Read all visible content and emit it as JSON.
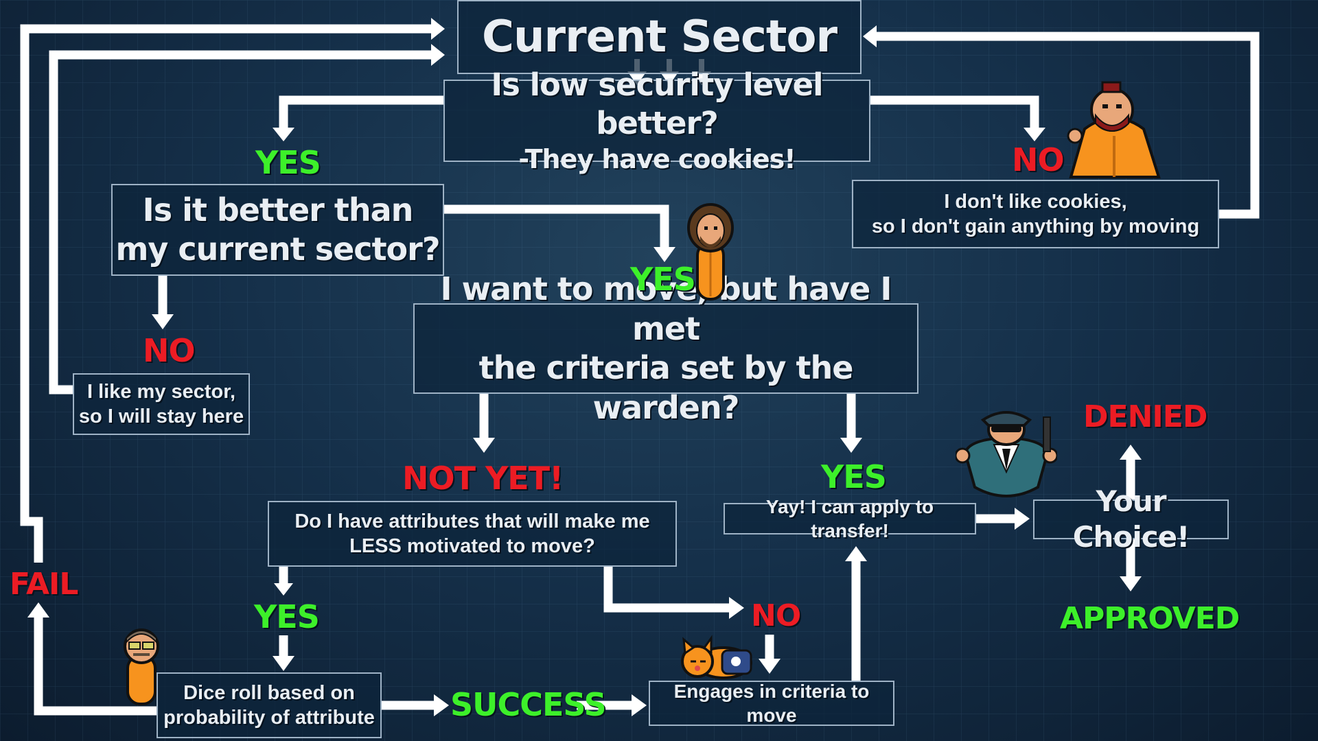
{
  "title": "Current Sector",
  "nodes": {
    "q_low": [
      "Is low security level better?",
      "-They have cookies!"
    ],
    "q_better": [
      "Is it better than",
      "my current sector?"
    ],
    "no_cookies": [
      "I don't like cookies,",
      "so I don't gain anything by moving"
    ],
    "like_sector": [
      "I like my sector,",
      "so I will stay here"
    ],
    "q_criteria": [
      "I want to move, but have I met",
      "the criteria set by the warden?"
    ],
    "q_attributes": [
      "Do I have attributes that will make me",
      "LESS motivated to move?"
    ],
    "apply": "Yay! I can apply to transfer!",
    "your_choice": "Your Choice!",
    "dice": [
      "Dice roll based on",
      "probability of attribute"
    ],
    "engages": "Engages in criteria to move"
  },
  "labels": {
    "yes": "YES",
    "no": "NO",
    "not_yet": "NOT YET!",
    "fail": "FAIL",
    "success": "SUCCESS",
    "denied": "DENIED",
    "approved": "APPROVED"
  },
  "colors": {
    "positive": "#3df02a",
    "negative": "#ec1c24",
    "arrow": "#ffffff",
    "box_border": "#9fb3c6",
    "prisoner_uniform": "#f7931e"
  }
}
